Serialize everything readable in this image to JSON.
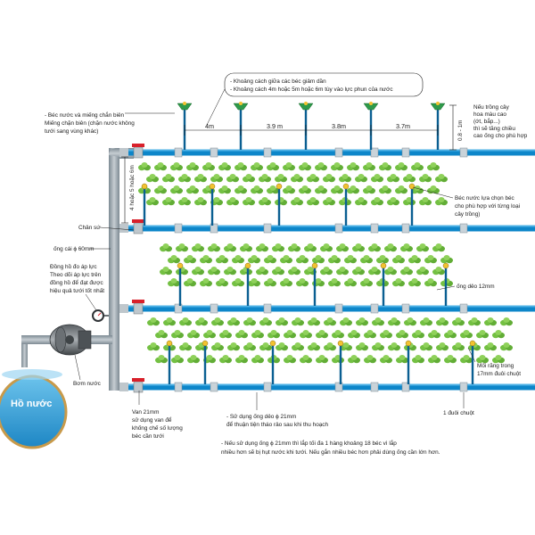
{
  "diagram": {
    "top_note": {
      "line1": "- Khoảng cách giữa các béc giảm dần",
      "line2": "- Khoảng cách 4m hoặc 5m hoặc 6m tùy vào lực phun của nước"
    },
    "spacings": [
      "4m",
      "3.9 m",
      "3.8m",
      "3.7m"
    ],
    "riser_height": "0.8 - 1m",
    "left_top_note": {
      "line1": "- Béc nước và miếng chắn biên",
      "line2": "Miếng chặn biên (chặn nước không",
      "line3": "tưới sang vùng khác)"
    },
    "right_top_note": {
      "line1": "Nếu trồng cây",
      "line2": "hoa màu cao",
      "line3": "(ớt, bắp...)",
      "line4": "thì sẽ tăng chiều",
      "line5": "cao ống cho phù hợp"
    },
    "vertical_spacing": "4 hoặc 5 hoặc 6m",
    "right_mid_note": {
      "line1": "Béc nước lựa chọn béc",
      "line2": "cho phù hợp với từng loại",
      "line3": "cây trồng)"
    },
    "chan_su": "Chân sứ",
    "main_pipe": "ống cái ϕ 60mm",
    "gauge_note": {
      "line1": "Đồng hồ đo áp lực",
      "line2": "Theo dõi áp lực trên",
      "line3": "đồng hồ để đạt được",
      "line4": "hiệu quả tưới tốt nhất"
    },
    "soft_pipe": "ống dẻo 12mm",
    "pump": "Bơm nước",
    "pond": "Hồ nước",
    "end_note": {
      "line1": "Mối răng trong",
      "line2": "17mm đuôi chuột"
    },
    "valve_note": {
      "line1": "Van 21mm",
      "line2": "sử dụng van để",
      "line3": "khống chế số lượng",
      "line4": "béc cần tưới"
    },
    "duoi_chuot": "1 đuôi chuột",
    "bottom_note1": "- Sử dụng ống dẻo ϕ 21mm",
    "bottom_note2": "để thuận tiện tháo rảo sau khi thu hoạch",
    "bottom_note3": "- Nếu sử dụng ống ϕ 21mm thì lắp tối đa 1 hàng khoảng 18 béc vì lắp",
    "bottom_note4": "nhiều hơn sẽ bị hụt nước khi tưới. Nếu gắn nhiều béc hơn phải dùng ống cần lớn hơn.",
    "colors": {
      "pipe": "#0d86c9",
      "pipe_dark": "#0a5f92",
      "grey_pipe": "#9aa5ad",
      "plant": "#74c043",
      "valve": "#d8202a",
      "pond": "#3ba7dc",
      "sprinkler": "#2e9a4a"
    }
  }
}
